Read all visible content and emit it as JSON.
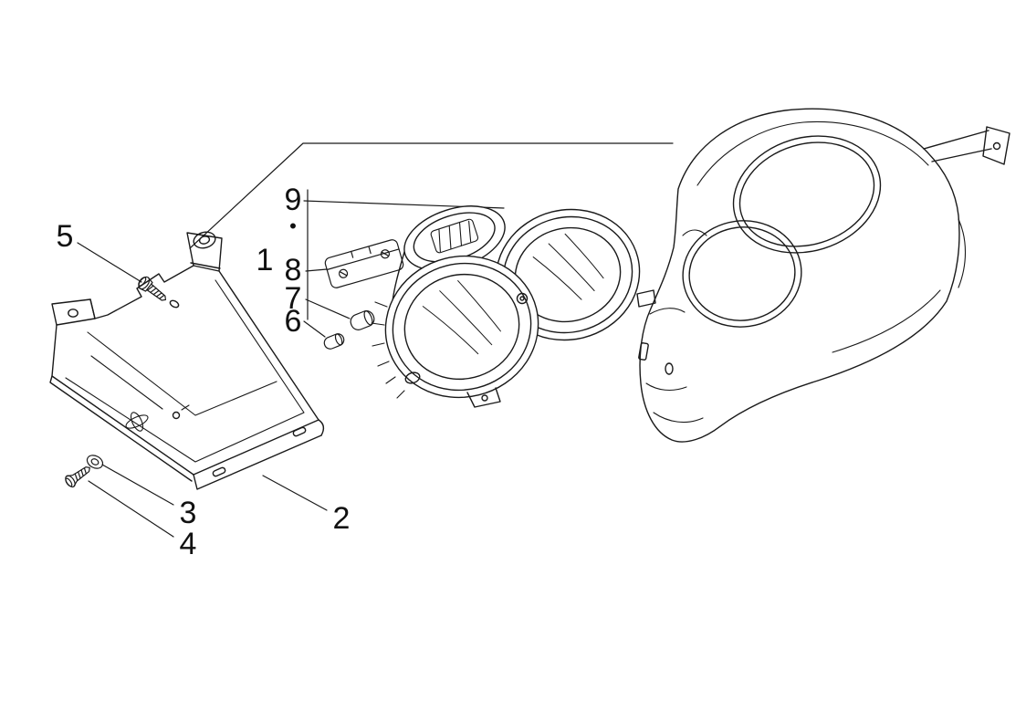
{
  "diagram": {
    "type": "exploded-parts-diagram",
    "subject": "instrument cluster assembly with mounting bracket and handlebar cover"
  },
  "colors": {
    "ink": "#1a1a1a",
    "background": "#ffffff"
  },
  "callouts": {
    "n1": "1",
    "n2": "2",
    "n3": "3",
    "n4": "4",
    "n5": "5",
    "n6": "6",
    "n7": "7",
    "n8": "8",
    "n9": "9"
  },
  "marker_dot": "•"
}
